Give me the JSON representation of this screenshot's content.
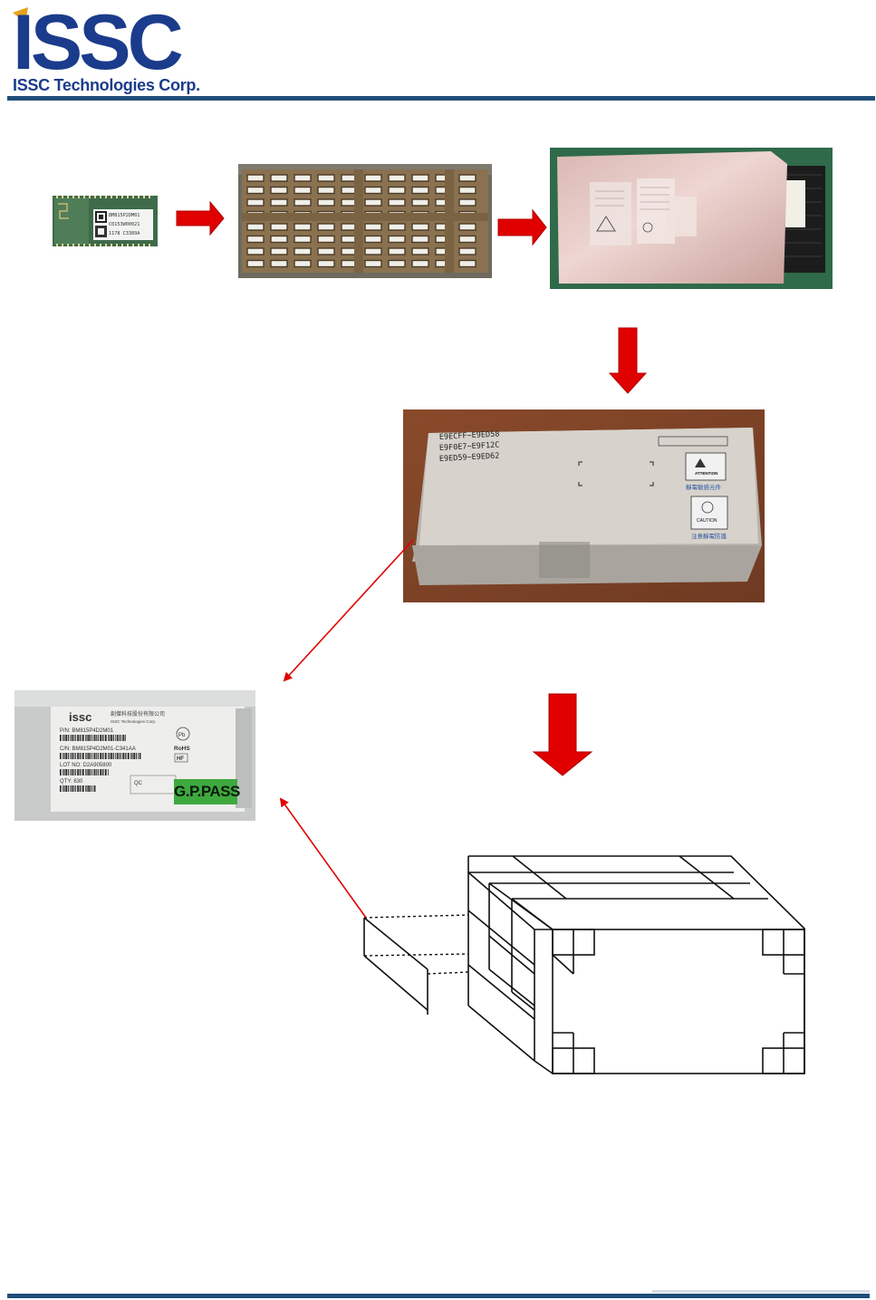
{
  "header": {
    "logo_text": "ISSC",
    "company_name": "ISSC Technologies Corp."
  },
  "module_label": {
    "part_no": "BM815P2DM01",
    "line2": "C0153W00021",
    "line3": "1178 C3389A"
  },
  "box_label": {
    "handwritten_1": "E9ECFF~E9ED58",
    "handwritten_2": "E9F0E7~E9F12C",
    "handwritten_3": "E9ED59~E9ED62",
    "attention": "ATTENTION",
    "attention_cn": "靜電敏感元件",
    "caution": "CAUTION",
    "caution_cn": "注意靜電防護"
  },
  "carton_label": {
    "brand": "issc",
    "brand_cn": "創傑科技股份有限公司",
    "brand_en": "ISSC Technologies Corp.",
    "pn": "P/N: BM815P4D2M01",
    "cn": "C/N: BM815P4D2M01-C341AA",
    "lot": "LOT NO: D2A905800",
    "qty": "QTY: 630",
    "qc": "QC",
    "pb": "Pb",
    "rohs": "RoHS",
    "hf": "HF",
    "pass_stamp": "G.P.PASS"
  },
  "colors": {
    "logo_blue": "#1b3c8c",
    "logo_gold": "#e8a21a",
    "rule_blue": "#1f4e79",
    "arrow_red": "#e00000",
    "pass_green": "#3ea93e"
  }
}
